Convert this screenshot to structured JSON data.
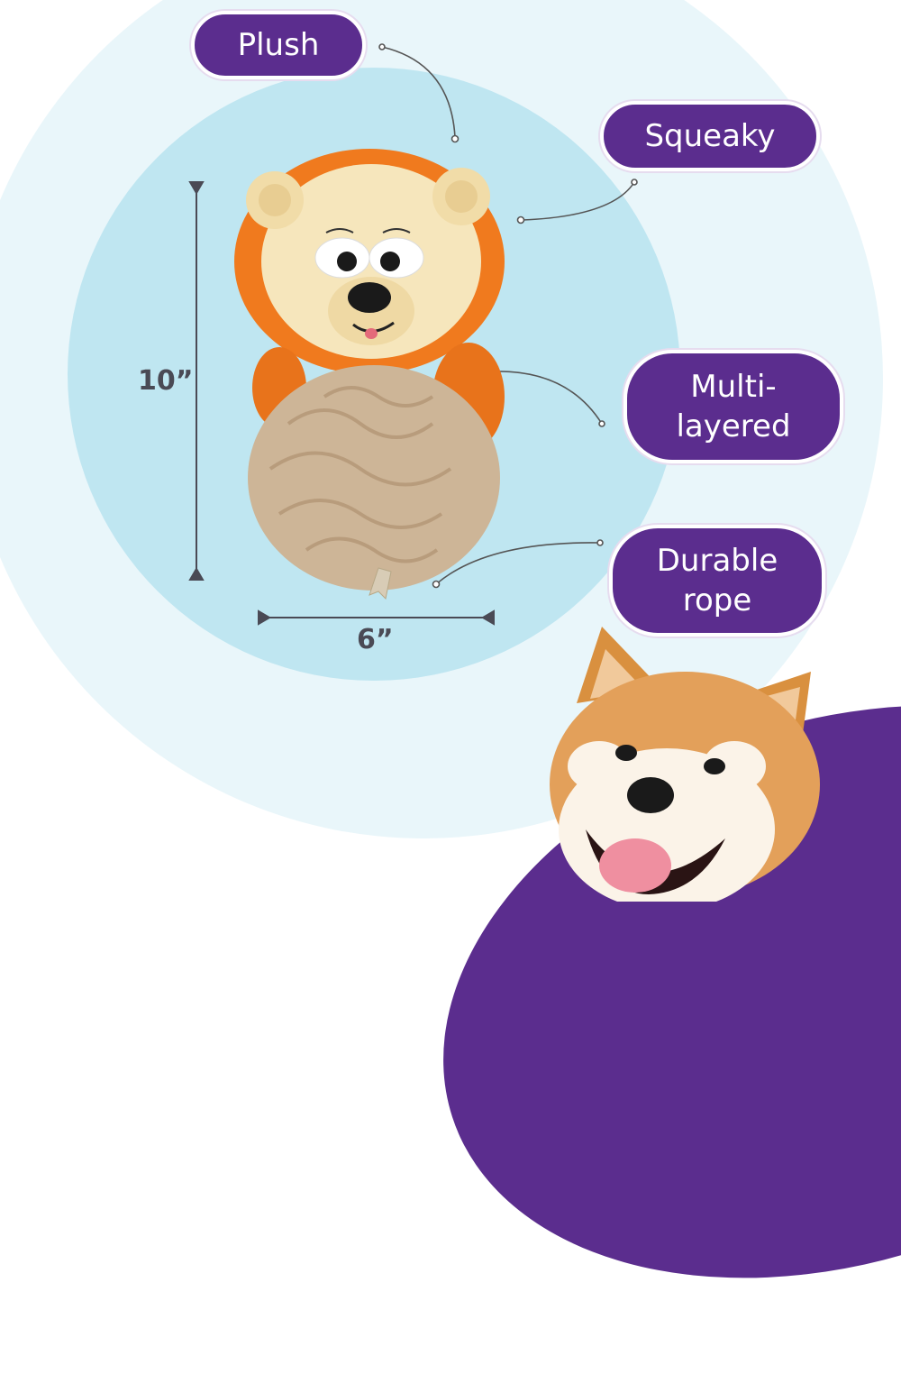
{
  "callouts": {
    "plush": "Plush",
    "squeaky": "Squeaky",
    "multi_layered": "Multi-\nlayered",
    "durable_rope": "Durable\nrope"
  },
  "dimensions": {
    "height": "10”",
    "width": "6”"
  },
  "product_image": {
    "subject": "plush lion snuffle toy",
    "icon": "lion-toy-illustration"
  },
  "dog_image": {
    "subject": "smiling shiba inu dog",
    "icon": "dog-photo-illustration"
  },
  "colors": {
    "brand_purple": "#5b2d8e",
    "outer_circle": "#e9f6fa",
    "inner_circle": "#bfe6f1",
    "dimension_text": "#4a4a55"
  }
}
